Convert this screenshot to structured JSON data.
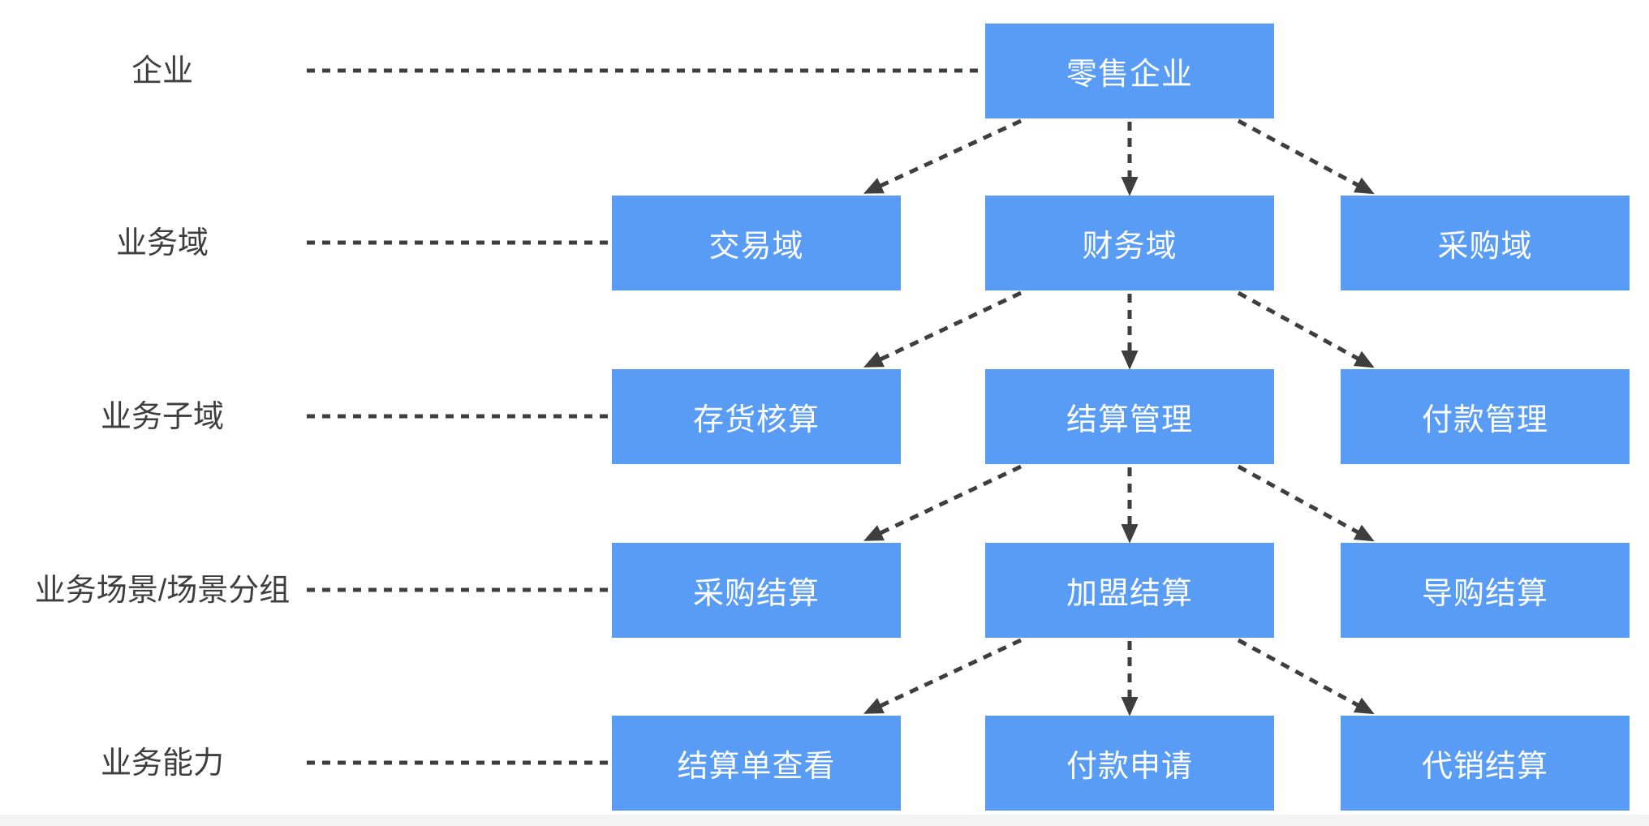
{
  "diagram": {
    "type": "hierarchy-flowchart",
    "colors": {
      "node_fill": "#589CF6",
      "node_text": "#FFFFFF",
      "line_and_label": "#3E3E3E",
      "background": "#FFFFFF"
    },
    "line_styles": {
      "label_leader": "dotted",
      "connector": "dashed-with-arrowhead"
    },
    "levels": [
      {
        "label": "企业",
        "nodes": [
          "零售企业"
        ]
      },
      {
        "label": "业务域",
        "nodes": [
          "交易域",
          "财务域",
          "采购域"
        ]
      },
      {
        "label": "业务子域",
        "nodes": [
          "存货核算",
          "结算管理",
          "付款管理"
        ]
      },
      {
        "label": "业务场景/场景分组",
        "nodes": [
          "采购结算",
          "加盟结算",
          "导购结算"
        ]
      },
      {
        "label": "业务能力",
        "nodes": [
          "结算单查看",
          "付款申请",
          "代销结算"
        ]
      }
    ],
    "edges": [
      {
        "from": "零售企业",
        "to": "交易域"
      },
      {
        "from": "零售企业",
        "to": "财务域"
      },
      {
        "from": "零售企业",
        "to": "采购域"
      },
      {
        "from": "财务域",
        "to": "存货核算"
      },
      {
        "from": "财务域",
        "to": "结算管理"
      },
      {
        "from": "财务域",
        "to": "付款管理"
      },
      {
        "from": "结算管理",
        "to": "采购结算"
      },
      {
        "from": "结算管理",
        "to": "加盟结算"
      },
      {
        "from": "结算管理",
        "to": "导购结算"
      },
      {
        "from": "加盟结算",
        "to": "结算单查看"
      },
      {
        "from": "加盟结算",
        "to": "付款申请"
      },
      {
        "from": "加盟结算",
        "to": "代销结算"
      }
    ]
  }
}
